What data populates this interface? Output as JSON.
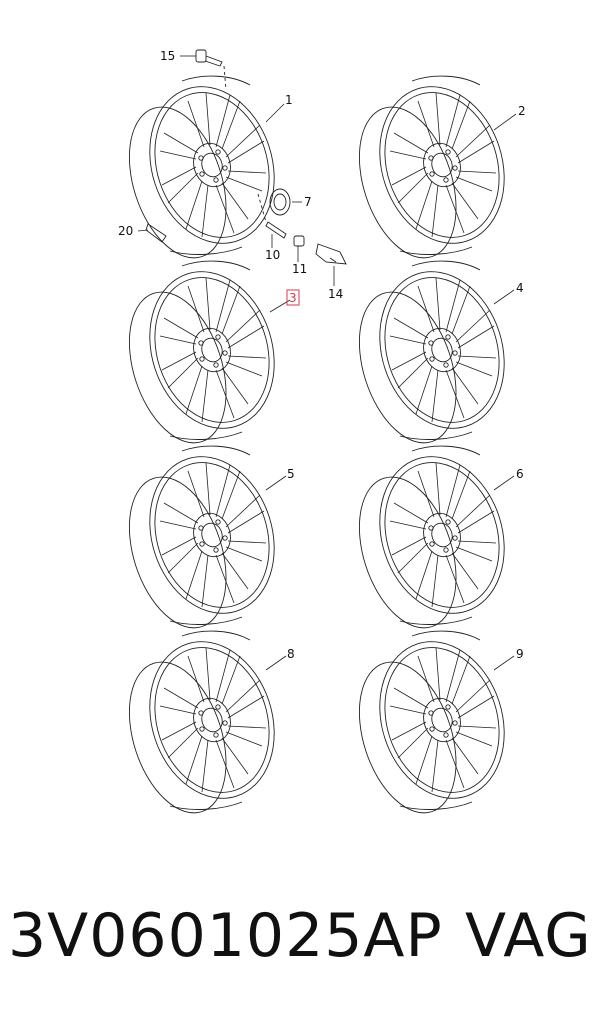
{
  "callouts": {
    "c1": "1",
    "c2": "2",
    "c3": "3",
    "c4": "4",
    "c5": "5",
    "c6": "6",
    "c7": "7",
    "c8": "8",
    "c9": "9",
    "c10": "10",
    "c11": "11",
    "c14": "14",
    "c15": "15",
    "c20": "20"
  },
  "highlight_color": "#d93a4a",
  "footer": {
    "part_number": "3V0601025AP",
    "brand": "VAG"
  }
}
